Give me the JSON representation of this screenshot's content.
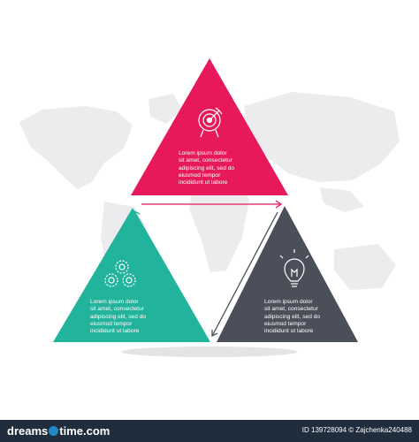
{
  "colors": {
    "top_triangle": "#e8195b",
    "left_triangle": "#21b39b",
    "right_triangle": "#4a4f59",
    "map": "#ececee",
    "footer": "#1f2d3d"
  },
  "triangles": [
    {
      "id": "top",
      "icon": "target-icon",
      "lines": [
        "Lorem ipsum dolor",
        "sit amet, consectetur",
        "adipiscing elit, sed do",
        "eiusmod tempor",
        "incididunt ut labore"
      ]
    },
    {
      "id": "left",
      "icon": "gears-icon",
      "lines": [
        "Lorem ipsum dolor",
        "sit amet, consectetur",
        "adipiscing elit, sed do",
        "eiusmod tempor",
        "incididunt ut labore"
      ]
    },
    {
      "id": "right",
      "icon": "lightbulb-icon",
      "lines": [
        "Lorem ipsum dolor",
        "sit amet, consectetur",
        "adipiscing elit, sed do",
        "eiusmod tempor",
        "incididunt ut labore"
      ]
    }
  ],
  "footer": {
    "brand_left": "dreams",
    "brand_right": "time.com",
    "credit": "ID 139728094 © Zajchenka240488"
  }
}
